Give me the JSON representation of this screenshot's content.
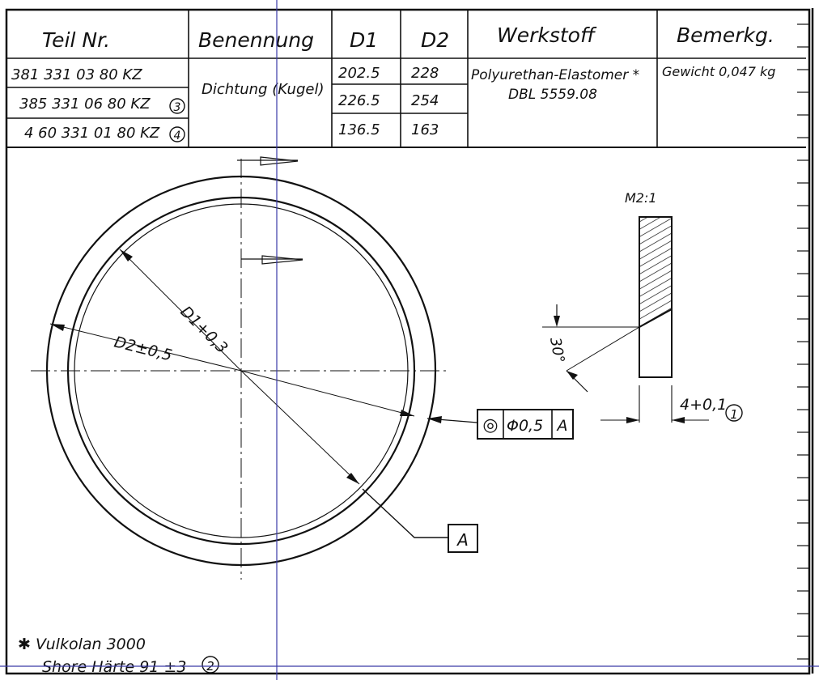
{
  "table": {
    "headers": {
      "part_no": "Teil Nr.",
      "designation": "Benennung",
      "d1": "D1",
      "d2": "D2",
      "material": "Werkstoff",
      "remark": "Bemerkg."
    },
    "rows": [
      {
        "part_no": "381 331 03 80 KZ",
        "note": "",
        "d1": "202.5",
        "d2": "228"
      },
      {
        "part_no": "385 331 06 80 KZ",
        "note": "3",
        "d1": "226.5",
        "d2": "254"
      },
      {
        "part_no": "4 60 331 01 80 KZ",
        "note": "4",
        "d1": "136.5",
        "d2": "163"
      }
    ],
    "designation": "Dichtung (Kugel)",
    "material_line1": "Polyurethan-Elastomer *",
    "material_line2": "DBL 5559.08",
    "remark": "Gewicht 0,047 kg"
  },
  "drawing": {
    "d2_label": "D2±0,5",
    "d1_label": "D1+0,3",
    "datum_label": "A",
    "fcf": {
      "symbol": "◎",
      "tolerance": "Φ0,5",
      "datum": "A"
    },
    "scale": "M2:1",
    "angle": "30°",
    "width_dim": "4+0,1",
    "width_note": "1"
  },
  "notes": {
    "star_note": "✱ Vulkolan 3000",
    "shore": "Shore Härte 91 ±3",
    "shore_note": "2"
  },
  "colors": {
    "ink": "#111111",
    "scan_line": "#3a3aa8"
  }
}
